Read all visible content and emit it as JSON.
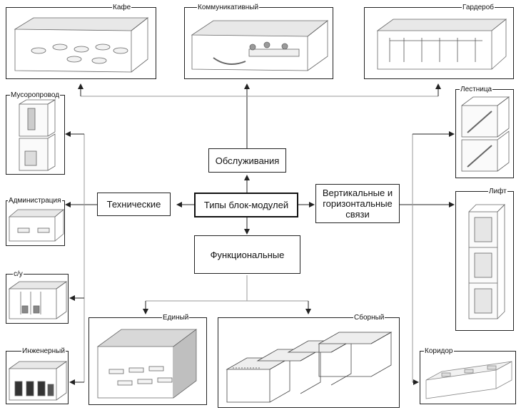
{
  "center": {
    "main": "Типы блок-модулей",
    "service": "Обслуживания",
    "technical": "Технические",
    "functional": "Функциональные",
    "vertical_horizontal": "Вертикальные и горизонтальные связи"
  },
  "modules": {
    "cafe": "Кафе",
    "communicative": "Коммуникативный",
    "wardrobe": "Гардероб",
    "garbage_chute": "Мусоропровод",
    "administration": "Администрация",
    "restroom": "с/у",
    "engineering": "Инженерный",
    "single": "Единый",
    "assembled": "Сборный",
    "stairs": "Лестница",
    "elevator": "Лифт",
    "corridor": "Коридор"
  }
}
